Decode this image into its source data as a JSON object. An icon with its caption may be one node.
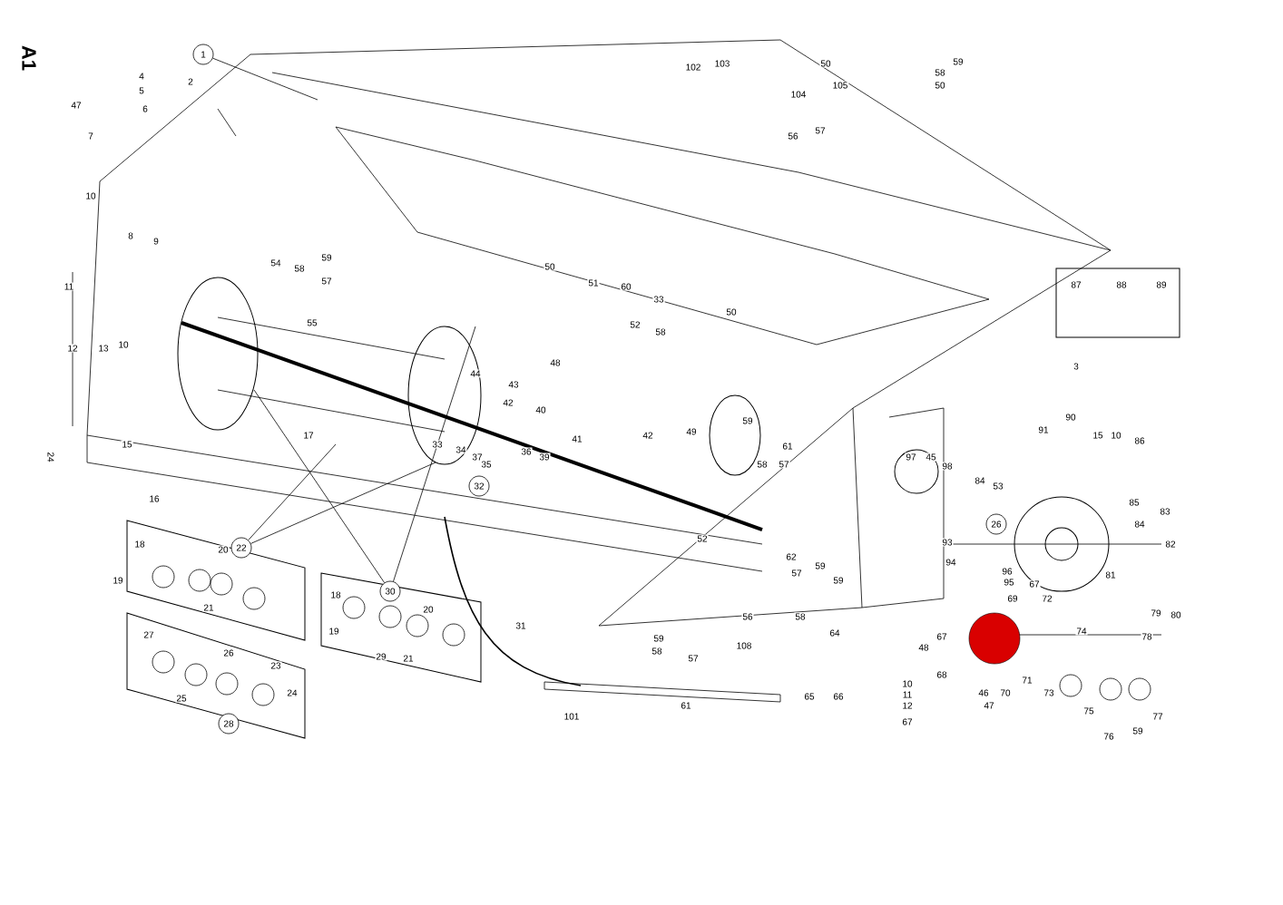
{
  "diagram": {
    "title": "A1",
    "nodes": [
      {
        "text": [
          "1"
        ]
      },
      {
        "text": [
          "22"
        ]
      },
      {
        "text": [
          "30"
        ]
      },
      {
        "text": [
          "32"
        ]
      },
      {
        "text": [
          "26"
        ]
      },
      {
        "text": [
          "28"
        ]
      }
    ],
    "edges": [
      {
        "from": 0,
        "to": null,
        "arrow": "none"
      },
      {
        "from": 1,
        "to": null,
        "arrow": "none"
      },
      {
        "from": 1,
        "to": null,
        "arrow": "none"
      },
      {
        "from": 2,
        "to": null,
        "arrow": "none"
      },
      {
        "from": 2,
        "to": null,
        "arrow": "none"
      }
    ],
    "labels": [
      "102",
      "103",
      "50",
      "59",
      "58",
      "105",
      "50",
      "104",
      "57",
      "56",
      "2",
      "4",
      "5",
      "47",
      "6",
      "7",
      "10",
      "8",
      "9",
      "50",
      "51",
      "60",
      "33",
      "52",
      "58",
      "50",
      "87",
      "88",
      "89",
      "54",
      "59",
      "58",
      "57",
      "11",
      "55",
      "12",
      "13",
      "10",
      "44",
      "43",
      "48",
      "42",
      "40",
      "41",
      "42",
      "49",
      "59",
      "61",
      "58",
      "57",
      "3",
      "90",
      "91",
      "15",
      "10",
      "86",
      "17",
      "33",
      "34",
      "35",
      "37",
      "36",
      "39",
      "97",
      "45",
      "98",
      "84",
      "53",
      "85",
      "84",
      "83",
      "15",
      "16",
      "24",
      "93",
      "94",
      "82",
      "81",
      "18",
      "20",
      "19",
      "21",
      "96",
      "95",
      "67",
      "69",
      "72",
      "52",
      "62",
      "59",
      "57",
      "59",
      "56",
      "58",
      "18",
      "19",
      "20",
      "29",
      "21",
      "27",
      "26",
      "25",
      "23",
      "24",
      "31",
      "108",
      "64",
      "59",
      "58",
      "57",
      "79",
      "80",
      "67",
      "74",
      "78",
      "48",
      "68",
      "10",
      "11",
      "12",
      "67",
      "71",
      "46",
      "70",
      "73",
      "47",
      "75",
      "59",
      "77",
      "76",
      "101",
      "61",
      "65",
      "66"
    ]
  }
}
